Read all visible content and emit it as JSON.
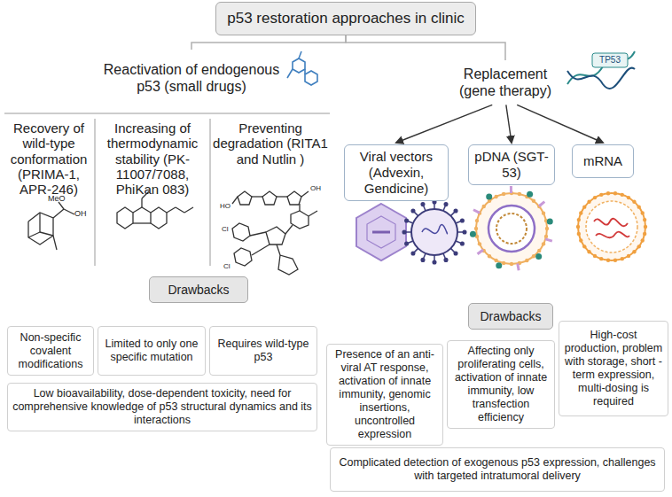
{
  "diagram": {
    "nodes": [
      {
        "text": [
          "p53 restoration approaches in clinic"
        ]
      },
      {
        "text": [
          "Reactivation of endogenous p53 (small drugs)"
        ]
      },
      {
        "text": [
          "Replacement (gene therapy)"
        ]
      },
      {
        "text": [
          "Viral vectors (Advexin, Gendicine)"
        ]
      },
      {
        "text": [
          "pDNA (SGT-53)"
        ]
      },
      {
        "text": [
          "mRNA"
        ]
      },
      {
        "text": [
          "Drawbacks"
        ]
      },
      {
        "text": [
          "Non-specific covalent modifications"
        ]
      },
      {
        "text": [
          "Limited to only one specific mutation"
        ]
      },
      {
        "text": [
          "Requires wild-type p53"
        ]
      },
      {
        "text": [
          "Low bioavailability, dose-dependent toxicity, need for comprehensive knowledge of p53 structural dynamics and its interactions"
        ]
      },
      {
        "text": [
          "Drawbacks"
        ]
      },
      {
        "text": [
          "Presence of an anti-viral AT response, activation of innate immunity, genomic insertions, uncontrolled expression"
        ]
      },
      {
        "text": [
          "Affecting only proliferating cells, activation of innate immunity, low transfection efficiency"
        ]
      },
      {
        "text": [
          "High-cost production, problem with storage, short -term expression, multi-dosing is required"
        ]
      },
      {
        "text": [
          "Complicated detection of exogenous p53 expression, challenges with targeted intratumoral delivery"
        ]
      }
    ],
    "edges": [
      {
        "from": 0,
        "to": 1,
        "arrow": "none"
      },
      {
        "from": 0,
        "to": 2,
        "arrow": "none"
      },
      {
        "from": 2,
        "to": 3,
        "arrow": "to"
      },
      {
        "from": 2,
        "to": 4,
        "arrow": "to"
      },
      {
        "from": 2,
        "to": 5,
        "arrow": "to"
      }
    ],
    "labels": [
      "Recovery of wild-type conformation (PRIMA-1, APR-246)",
      "Increasing of thermodynamic stability (PK-11007/7088, PhiKan 083)",
      "Preventing degradation (RITA1 and Nutlin )",
      "MeO",
      "OH",
      "TP53",
      "HO",
      "OH",
      "Cl",
      "Cl"
    ]
  }
}
